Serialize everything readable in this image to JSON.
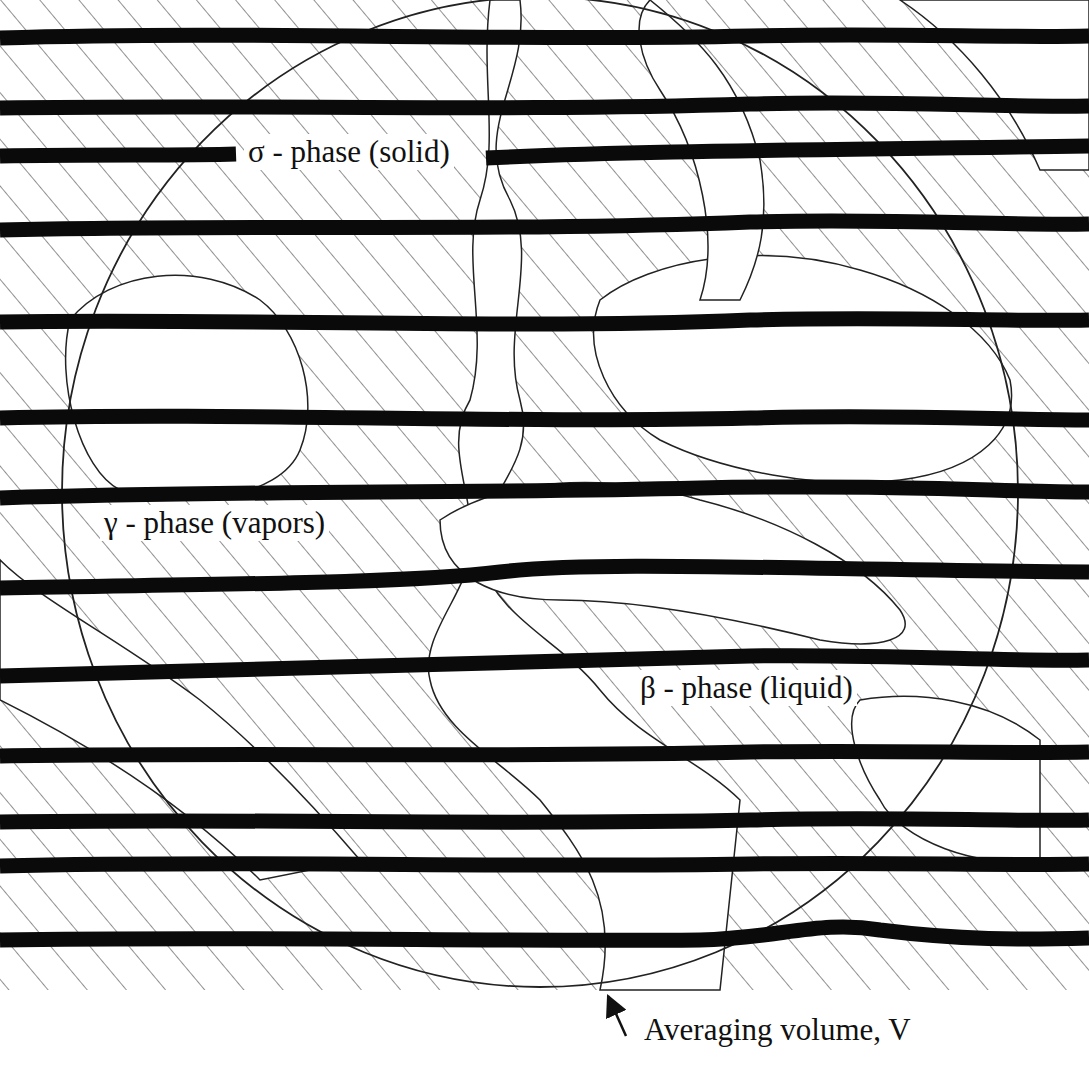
{
  "diagram": {
    "labels": [
      "σ - phase (solid)",
      "γ - phase (vapors)",
      "β - phase (liquid)",
      "Averaging volume, V"
    ]
  }
}
